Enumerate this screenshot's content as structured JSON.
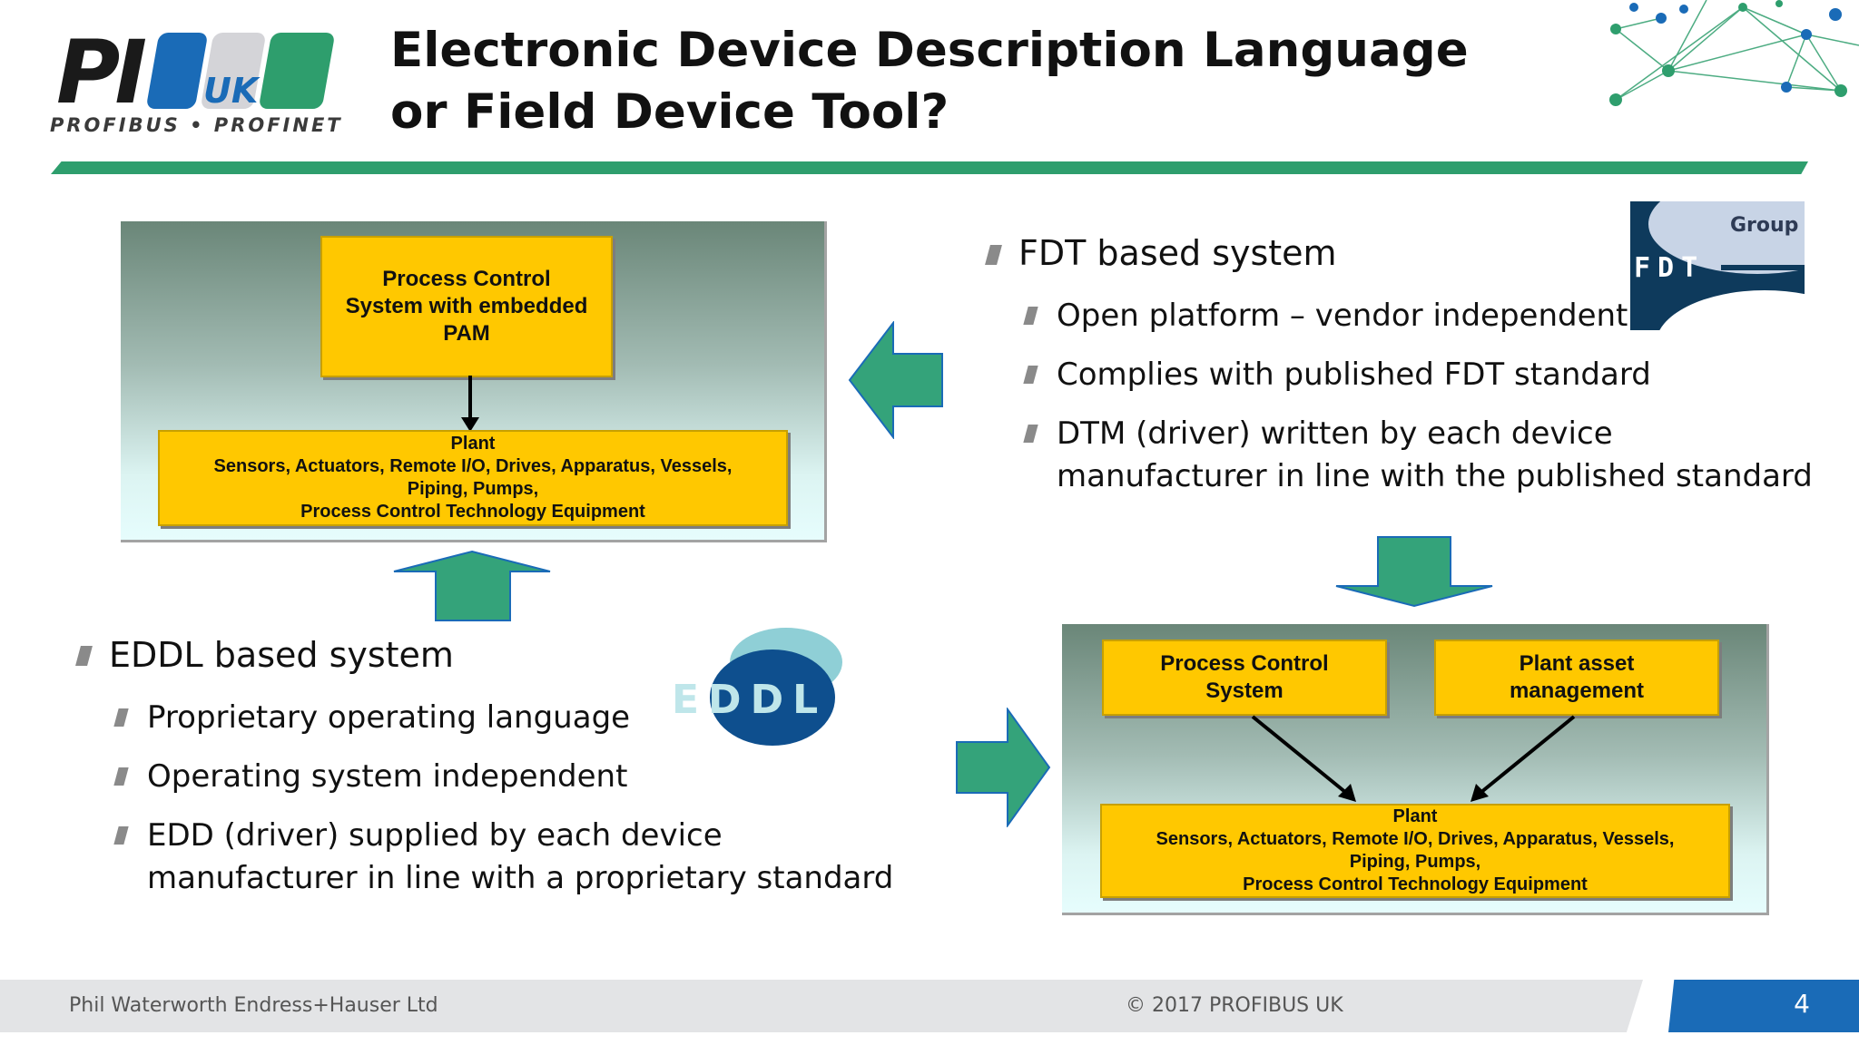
{
  "header": {
    "logo_main": "PI",
    "logo_uk": "UK",
    "logo_sub": "PROFIBUS • PROFINET",
    "title_line1": "Electronic Device Description Language",
    "title_line2": "or Field Device Tool?"
  },
  "diagram_top_left": {
    "pcs_box": [
      "Process Control",
      "System with embedded",
      "PAM"
    ],
    "plant_box": [
      "Plant",
      "Sensors, Actuators, Remote I/O, Drives, Apparatus, Vessels,",
      "Piping, Pumps,",
      "Process Control Technology Equipment"
    ]
  },
  "diagram_bottom_right": {
    "pcs_box": [
      "Process Control",
      "System"
    ],
    "pam_box": [
      "Plant asset",
      "management"
    ],
    "plant_box": [
      "Plant",
      "Sensors, Actuators, Remote I/O, Drives, Apparatus, Vessels,",
      "Piping, Pumps,",
      "Process Control Technology Equipment"
    ]
  },
  "fdt": {
    "heading": "FDT based system",
    "items": [
      "Open platform – vendor independent",
      "Complies with published FDT standard",
      "DTM (driver) written by each device",
      "manufacturer in line with the published standard"
    ],
    "logo_group": "Group",
    "logo_text": "FDT"
  },
  "eddl": {
    "heading": "EDDL based system",
    "items": [
      "Proprietary operating language",
      "Operating system independent",
      "EDD (driver) supplied by each device",
      "manufacturer in line with a proprietary standard"
    ],
    "logo_text": "EDDL"
  },
  "footer": {
    "author": "Phil Waterworth Endress+Hauser Ltd",
    "copyright": "© 2017   PROFIBUS UK",
    "page": "4"
  },
  "colors": {
    "accent_green": "#2e9e6d",
    "arrow_green": "#34a37a",
    "box_yellow": "#ffc800",
    "footer_blue": "#1a6bb7"
  }
}
